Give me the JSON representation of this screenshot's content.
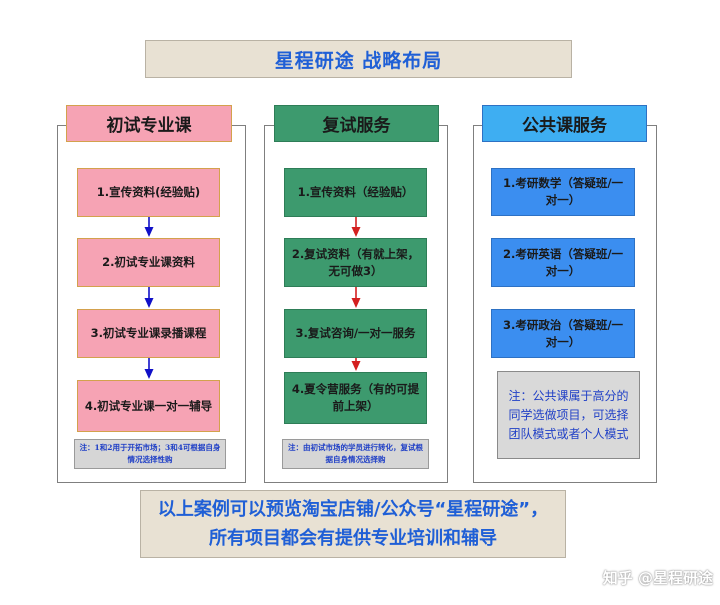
{
  "title": "星程研途 战略布局",
  "columns": [
    {
      "header": "初试专业课",
      "steps": [
        "1.宣传资料(经验贴)",
        "2.初试专业课资料",
        "3.初试专业课录播课程",
        "4.初试专业课一对一辅导"
      ],
      "note": "注：1和2用于开拓市场；3和4可根据自身情况选择性购"
    },
    {
      "header": "复试服务",
      "steps": [
        "1.宣传资料（经验贴）",
        "2.复试资料（有就上架，无可做3）",
        "3.复试咨询/一对一服务",
        "4.夏令营服务（有的可提前上架）"
      ],
      "note": "注：由初试市场的学员进行转化，复试根据自身情况选择购"
    },
    {
      "header": "公共课服务",
      "steps": [
        "1.考研数学（答疑班/一对一）",
        "2.考研英语（答疑班/一对一）",
        "3.考研政治（答疑班/一对一）"
      ],
      "note": "注：公共课属于高分的同学选做项目，可选择团队模式或者个人模式"
    }
  ],
  "footer": "以上案例可以预览淘宝店铺/公众号“星程研途”，所有项目都会有提供专业培训和辅导",
  "watermark": "知乎 @星程研途",
  "colors": {
    "title_text": "#1f5fd6",
    "pink": "#f6a3b4",
    "green": "#3d9a6e",
    "blue": "#3b8ef0",
    "arrow_blue": "#1010c8",
    "arrow_red": "#d42020",
    "note_text": "#1f3fc6"
  }
}
